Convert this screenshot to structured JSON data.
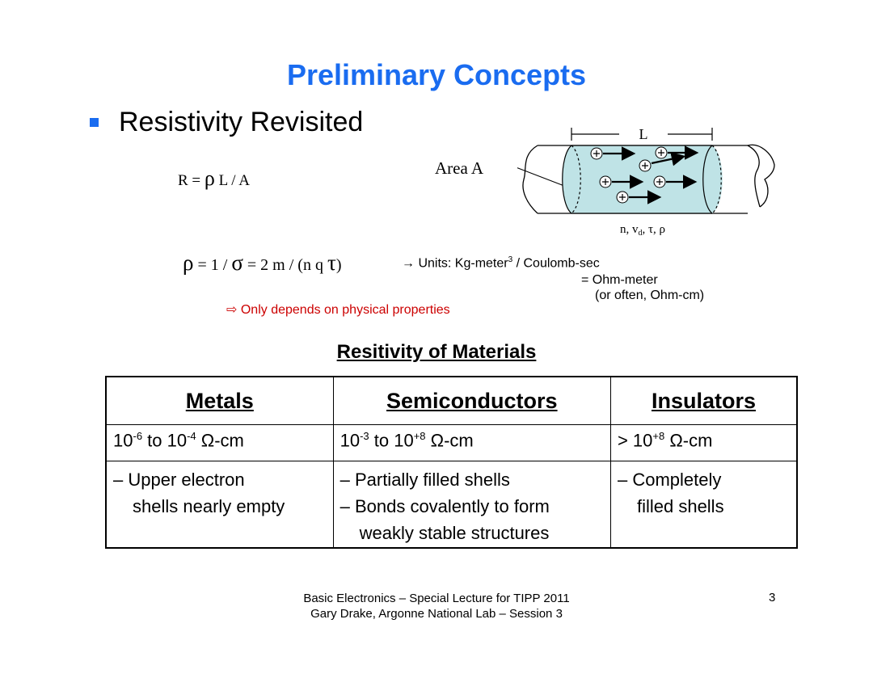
{
  "title": "Preliminary Concepts",
  "bullet": "Resistivity Revisited",
  "formula_r": {
    "lhs": "R = ",
    "rho": "ρ",
    "rest": " L / A"
  },
  "area_label": "Area A",
  "diagram": {
    "length_label": "L",
    "caption": "n, v",
    "caption_sub": "d",
    "caption_tail": ", τ, ρ"
  },
  "rho_formula": {
    "rho": "ρ",
    "mid": " = 1 / ",
    "sigma": "σ",
    "rest": " = 2 m / (n q ",
    "tau": "τ",
    "close": ")"
  },
  "units": {
    "line1_prefix": "→ Units: Kg-meter",
    "line1_sup": "3",
    "line1_suffix": " / Coulomb-sec",
    "line2": "= Ohm-meter",
    "line3": "(or often, Ohm-cm)"
  },
  "note": "⇨ Only depends on physical properties",
  "table": {
    "title": "Resitivity of Materials",
    "headers": [
      "Metals",
      "Semiconductors",
      "Insulators"
    ],
    "ranges": [
      {
        "a": "10",
        "a_exp": "-6",
        "mid": " to 10",
        "b_exp": "-4",
        "unit": " Ω-cm"
      },
      {
        "a": "10",
        "a_exp": "-3",
        "mid": " to 10",
        "b_exp": "+8",
        "unit": " Ω-cm"
      },
      {
        "a": "> 10",
        "a_exp": "+8",
        "mid": "",
        "b_exp": "",
        "unit": " Ω-cm"
      }
    ],
    "descriptions": {
      "metals": [
        "– Upper electron",
        "shells nearly empty"
      ],
      "semis": [
        "– Partially filled shells",
        "– Bonds covalently to form",
        "weakly stable structures"
      ],
      "insulators": [
        "– Completely",
        "filled shells"
      ]
    }
  },
  "footer": {
    "line1": "Basic Electronics – Special Lecture for TIPP 2011",
    "line2": "Gary Drake, Argonne National Lab – Session 3",
    "page": "3"
  },
  "colors": {
    "title": "#1a6cf0",
    "note": "#cc0000",
    "cylinder_fill": "#bfe3e6"
  }
}
